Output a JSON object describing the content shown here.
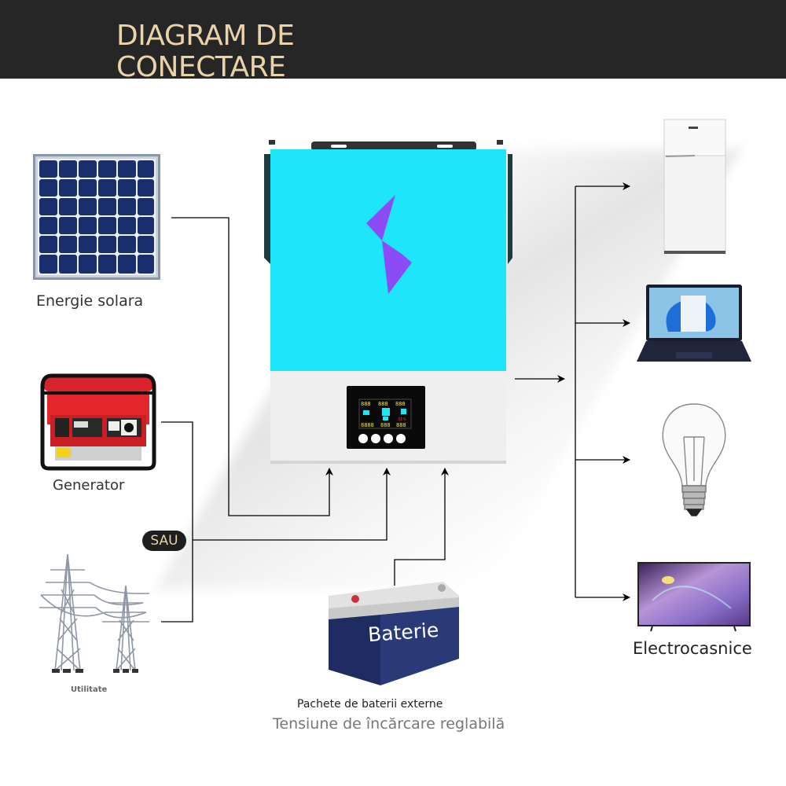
{
  "header": {
    "title_line1": "DIAGRAM DE",
    "title_line2": "CONECTARE"
  },
  "sources": [
    {
      "id": "solar",
      "label": "Energie solara",
      "icon": "solar-panel-icon"
    },
    {
      "id": "generator",
      "label": "Generator",
      "icon": "generator-icon"
    },
    {
      "id": "utility",
      "label": "Utilitate",
      "icon": "power-tower-icon"
    }
  ],
  "connector": {
    "or_label": "SAU"
  },
  "inverter": {
    "icon": "inverter-icon",
    "lcd": {
      "top_values": [
        "888",
        "888",
        "888"
      ],
      "bottom_values": [
        "8888",
        "888",
        "888"
      ],
      "side": "31"
    },
    "buttons": [
      "power",
      "up",
      "down",
      "enter"
    ],
    "colors": {
      "body": "#1de6fb",
      "logo": "#8b4cf5",
      "panel": "#efefef",
      "lcd_bg": "#0a0a0a"
    }
  },
  "battery": {
    "label": "Baterie",
    "caption1": "Pachete de baterii externe",
    "caption2": "Tensiune de încărcare reglabilă",
    "colors": {
      "body": "#2a3a78",
      "lid": "#dcdcdc"
    }
  },
  "loads": [
    {
      "id": "fridge",
      "icon": "fridge-icon"
    },
    {
      "id": "laptop",
      "icon": "laptop-icon"
    },
    {
      "id": "bulb",
      "icon": "light-bulb-icon"
    },
    {
      "id": "tv",
      "icon": "tv-icon"
    }
  ],
  "loads_label": "Electrocasnice"
}
